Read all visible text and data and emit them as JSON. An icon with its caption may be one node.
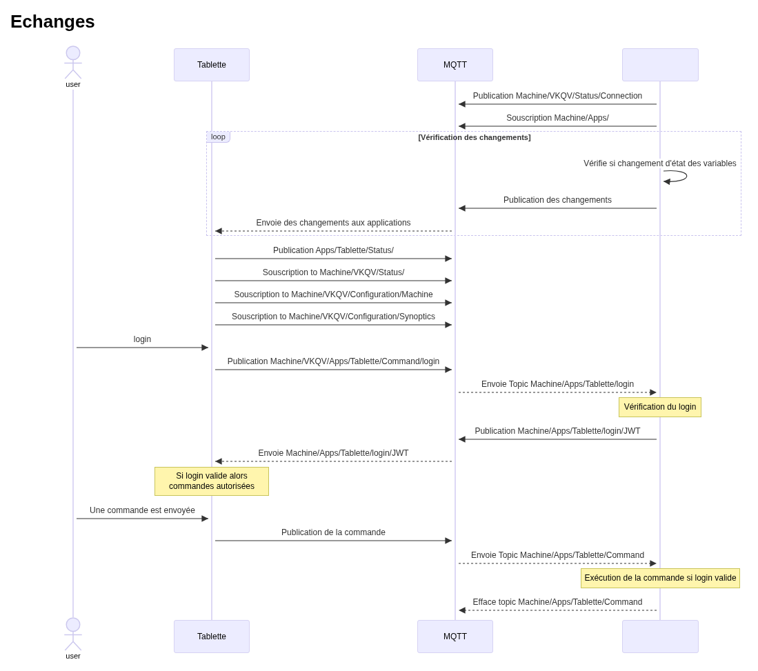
{
  "diagram": {
    "title": "Echanges",
    "nodes": [
      {
        "text": [
          "user"
        ]
      },
      {
        "text": [
          "Tablette"
        ]
      },
      {
        "text": [
          "MQTT"
        ]
      },
      {
        "text": [],
        "shape": "box"
      },
      {
        "text": [],
        "shape": "bar"
      },
      {
        "text": [],
        "shape": "bar"
      },
      {
        "text": [],
        "shape": "bar"
      },
      {
        "text": [],
        "shape": "bar"
      },
      {
        "text": [
          "Vérification du login"
        ]
      },
      {
        "text": [
          "Si login valide alors commandes autorisées"
        ]
      },
      {
        "text": [
          "Exécution de la commande si login valide"
        ]
      },
      {
        "text": [
          "user"
        ]
      },
      {
        "text": [
          "Tablette"
        ]
      },
      {
        "text": [
          "MQTT"
        ]
      },
      {
        "text": [],
        "shape": "box"
      }
    ],
    "edges": [
      {
        "from": 7,
        "to": 6,
        "arrow": "to",
        "label": "Publication Machine/VKQV/Status/Connection"
      },
      {
        "from": 7,
        "to": 6,
        "arrow": "to",
        "label": "Souscription Machine/Apps/"
      },
      {
        "from": 7,
        "to": 7,
        "arrow": "to",
        "label": "Vérifie si changement d'état des variables"
      },
      {
        "from": 7,
        "to": 6,
        "arrow": "to",
        "label": "Publication des changements"
      },
      {
        "from": 6,
        "to": 5,
        "arrow": "to",
        "style": "dashed",
        "label": "Envoie des changements aux applications"
      },
      {
        "from": 5,
        "to": 6,
        "arrow": "to",
        "label": "Publication Apps/Tablette/Status/"
      },
      {
        "from": 5,
        "to": 6,
        "arrow": "to",
        "label": "Souscription to Machine/VKQV/Status/"
      },
      {
        "from": 5,
        "to": 6,
        "arrow": "to",
        "label": "Souscription to Machine/VKQV/Configuration/Machine"
      },
      {
        "from": 5,
        "to": 6,
        "arrow": "to",
        "label": "Souscription to Machine/VKQV/Configuration/Synoptics"
      },
      {
        "from": 4,
        "to": 5,
        "arrow": "to",
        "label": "login"
      },
      {
        "from": 5,
        "to": 6,
        "arrow": "to",
        "label": "Publication Machine/VKQV/Apps/Tablette/Command/login"
      },
      {
        "from": 6,
        "to": 7,
        "arrow": "to",
        "style": "dashed",
        "label": "Envoie Topic Machine/Apps/Tablette/login"
      },
      {
        "from": 7,
        "to": 6,
        "arrow": "to",
        "label": "Publication Machine/Apps/Tablette/login/JWT"
      },
      {
        "from": 6,
        "to": 5,
        "arrow": "to",
        "style": "dashed",
        "label": "Envoie Machine/Apps/Tablette/login/JWT"
      },
      {
        "from": 4,
        "to": 5,
        "arrow": "to",
        "label": "Une commande est envoyée"
      },
      {
        "from": 5,
        "to": 6,
        "arrow": "to",
        "label": "Publication de la commande"
      },
      {
        "from": 6,
        "to": 7,
        "arrow": "to",
        "style": "dashed",
        "label": "Envoie Topic Machine/Apps/Tablette/Command"
      },
      {
        "from": 7,
        "to": 6,
        "arrow": "to",
        "style": "dashed",
        "label": "Efface topic Machine/Apps/Tablette/Command"
      }
    ],
    "labels": [
      "loop",
      "[Vérification des changements]"
    ]
  }
}
